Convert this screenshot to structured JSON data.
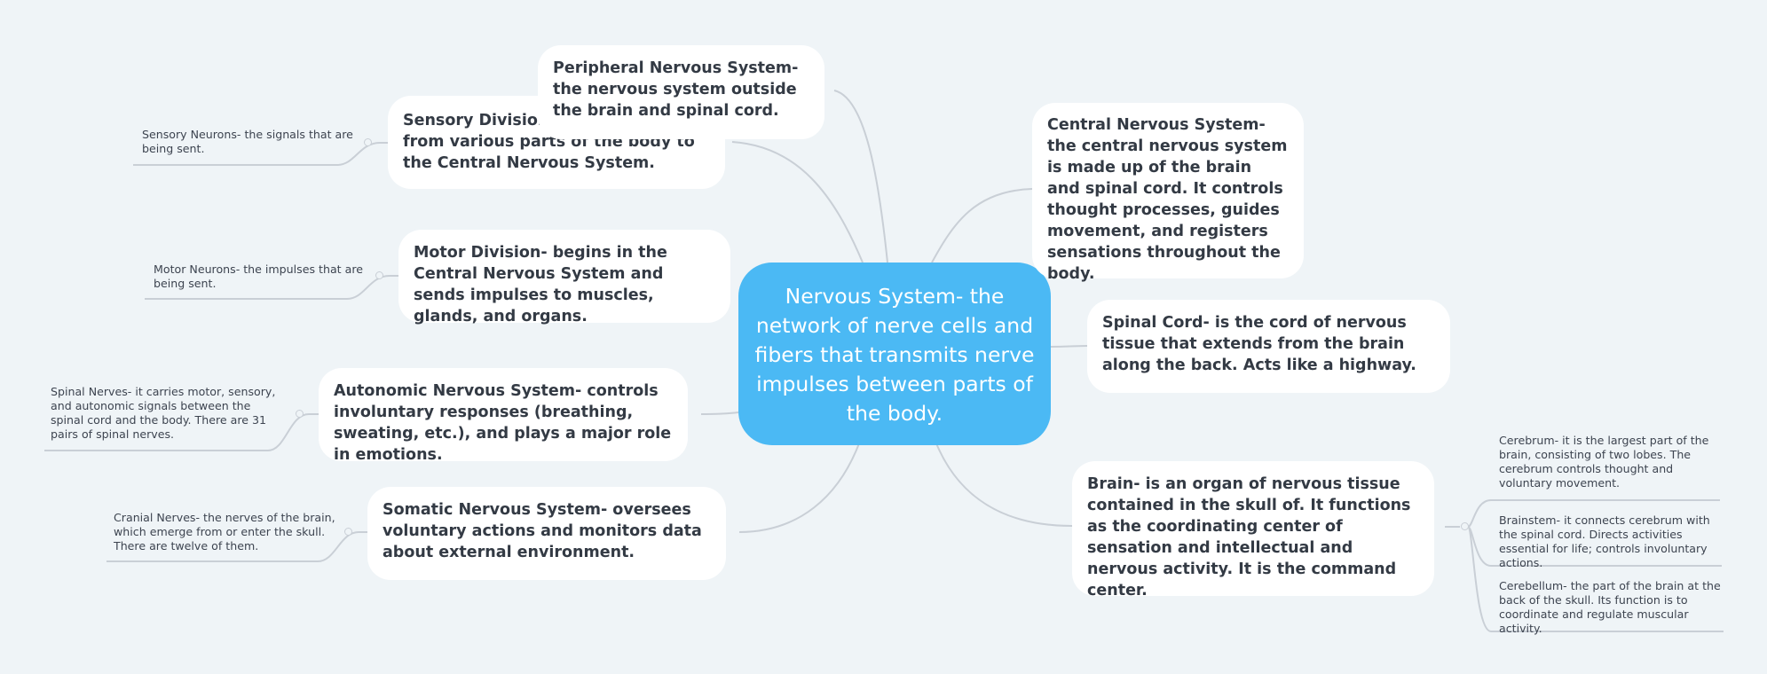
{
  "colors": {
    "background": "#eff4f7",
    "center_fill": "#4bb9f4",
    "node_fill": "#ffffff",
    "line": "#c9cfd6",
    "text": "#333a44"
  },
  "center": {
    "text": "Nervous System- the network of nerve cells and fibers that transmits nerve impulses between parts of the body."
  },
  "left_branches": [
    {
      "text": "Peripheral Nervous System- the nervous system outside the brain and spinal cord.",
      "leaves": []
    },
    {
      "text": "Sensory Division- carries signals from various parts of the body to the Central Nervous System.",
      "leaves": [
        "Sensory Neurons- the signals that are being sent."
      ]
    },
    {
      "text": "Motor Division- begins in the Central Nervous System and sends impulses to muscles, glands, and organs.",
      "leaves": [
        "Motor Neurons- the impulses that are being sent."
      ]
    },
    {
      "text": "Autonomic Nervous System- controls involuntary responses (breathing, sweating, etc.), and plays a major role in emotions.",
      "leaves": [
        "Spinal Nerves- it carries motor, sensory, and autonomic signals between the spinal cord and the body. There are 31 pairs of spinal nerves."
      ]
    },
    {
      "text": "Somatic Nervous System- oversees voluntary actions and monitors data about external environment.",
      "leaves": [
        "Cranial Nerves- the nerves of the brain, which emerge from or enter the skull. There are twelve of them."
      ]
    }
  ],
  "right_branches": [
    {
      "text": "Central Nervous System- the central nervous system is made up of the brain and spinal cord. It controls thought processes, guides movement, and registers sensations throughout the body.",
      "leaves": []
    },
    {
      "text": "Spinal Cord- is the cord of nervous tissue that extends from the brain along the back. Acts like a highway.",
      "leaves": []
    },
    {
      "text": "Brain- is an organ of nervous tissue contained in the skull of. It functions as the coordinating center of sensation and intellectual and nervous activity. It is the command center.",
      "leaves": [
        "Cerebrum- it is the largest part of the brain, consisting of two lobes. The cerebrum controls thought and voluntary movement.",
        "Brainstem- it connects cerebrum with the spinal cord. Directs activities essential for life; controls involuntary actions.",
        "Cerebellum- the part of the brain at the back of the skull. Its function is to coordinate and regulate muscular activity."
      ]
    }
  ]
}
